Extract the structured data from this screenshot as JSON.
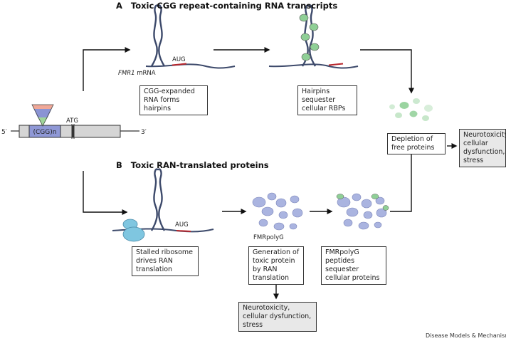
{
  "section_a": {
    "letter": "A",
    "title": "Toxic CGG repeat-containing RNA transcripts"
  },
  "section_b": {
    "letter": "B",
    "title": "Toxic RAN-translated proteins"
  },
  "gene": {
    "five_prime": "5′",
    "three_prime": "3′",
    "repeat": "(CGG)n",
    "start_codon": "ATG"
  },
  "mrna": {
    "gene_name": "FMR1",
    "suffix": " mRNA",
    "codon": "AUG"
  },
  "boxes": {
    "hairpins": "CGG-expanded RNA forms hairpins",
    "sequester_rbps": "Hairpins sequester cellular RBPs",
    "depletion": "Depletion of free proteins",
    "neurotox_right": "Neurotoxicity, cellular dysfunction, stress",
    "stalled_ribosome": "Stalled ribosome drives RAN translation",
    "generation": "Generation of toxic protein by RAN translation",
    "fmrpolyg_sequester": "FMRpolyG peptides sequester cellular proteins",
    "neurotox_bottom": "Neurotoxicity, cellular dysfunction, stress"
  },
  "labels": {
    "codon_b": "AUG",
    "fmrpolyg": "FMRpolyG"
  },
  "credit": "Disease Models & Mechanisms",
  "colors": {
    "rna": "#3d4a6b",
    "codon": "#b8262c",
    "rbp_green": "#8fcf96",
    "protein_lavender": "#aab4e0",
    "ribosome": "#7fc6e0",
    "repeat_region": "#8f98d6",
    "gene_box": "#d5d5d5",
    "triangle_top": "#f0a898",
    "triangle_mid": "#8a94d4",
    "triangle_bottom": "#9fd59a"
  }
}
